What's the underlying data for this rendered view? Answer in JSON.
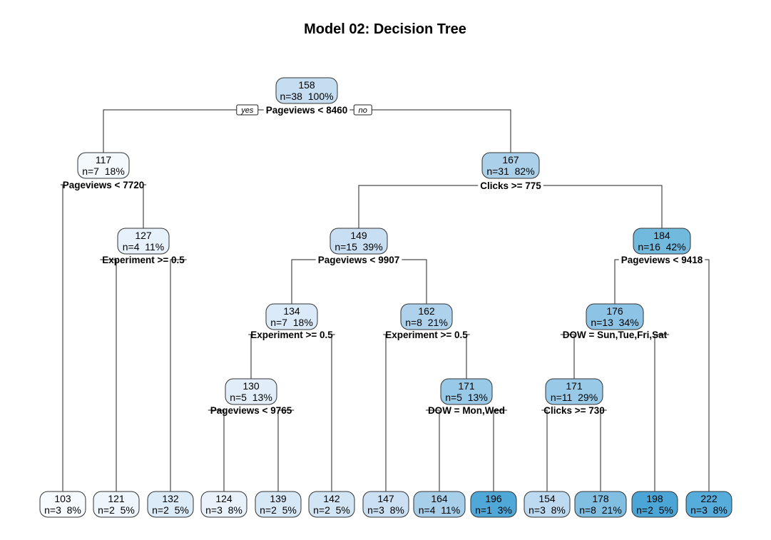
{
  "title": "Model 02: Decision Tree",
  "branch_labels": {
    "yes": "yes",
    "no": "no"
  },
  "colors": {
    "line": "#222222",
    "node_border": "#333333",
    "label_bg": "#ffffff"
  },
  "nodes": [
    {
      "id": "n1",
      "value": "158",
      "stats": "n=38  100%",
      "fill": "#c5ddf0"
    },
    {
      "id": "n2",
      "value": "117",
      "stats": "n=7  18%",
      "fill": "#f4f9fe"
    },
    {
      "id": "n3",
      "value": "167",
      "stats": "n=31  82%",
      "fill": "#abd1ea"
    },
    {
      "id": "n4",
      "value": "127",
      "stats": "n=4  11%",
      "fill": "#e6f1fb"
    },
    {
      "id": "n5",
      "value": "149",
      "stats": "n=15  39%",
      "fill": "#c8def2"
    },
    {
      "id": "n6",
      "value": "184",
      "stats": "n=16  42%",
      "fill": "#72b9de"
    },
    {
      "id": "n7",
      "value": "134",
      "stats": "n=7  18%",
      "fill": "#dbeaf8"
    },
    {
      "id": "n8",
      "value": "162",
      "stats": "n=8  21%",
      "fill": "#aed2ec"
    },
    {
      "id": "n9",
      "value": "176",
      "stats": "n=13  34%",
      "fill": "#8dc4e5"
    },
    {
      "id": "n10",
      "value": "130",
      "stats": "n=5  13%",
      "fill": "#e1eef9"
    },
    {
      "id": "n11",
      "value": "171",
      "stats": "n=5  13%",
      "fill": "#98c9e7"
    },
    {
      "id": "n12",
      "value": "171",
      "stats": "n=11  29%",
      "fill": "#98c9e7"
    },
    {
      "id": "l1",
      "value": "103",
      "stats": "n=3  8%",
      "fill": "#f7fbff"
    },
    {
      "id": "l2",
      "value": "121",
      "stats": "n=2  5%",
      "fill": "#eef5fc"
    },
    {
      "id": "l3",
      "value": "132",
      "stats": "n=2  5%",
      "fill": "#dcebf8"
    },
    {
      "id": "l4",
      "value": "124",
      "stats": "n=3  8%",
      "fill": "#e9f2fb"
    },
    {
      "id": "l5",
      "value": "139",
      "stats": "n=2  5%",
      "fill": "#d6e7f6"
    },
    {
      "id": "l6",
      "value": "142",
      "stats": "n=2  5%",
      "fill": "#d2e5f4"
    },
    {
      "id": "l7",
      "value": "147",
      "stats": "n=3  8%",
      "fill": "#cbe0f3"
    },
    {
      "id": "l8",
      "value": "164",
      "stats": "n=4  11%",
      "fill": "#a7cfea"
    },
    {
      "id": "l9",
      "value": "196",
      "stats": "n=1  3%",
      "fill": "#4fa8d8"
    },
    {
      "id": "l10",
      "value": "154",
      "stats": "n=3  8%",
      "fill": "#bedaf0"
    },
    {
      "id": "l11",
      "value": "178",
      "stats": "n=8  21%",
      "fill": "#80bfe2"
    },
    {
      "id": "l12",
      "value": "198",
      "stats": "n=2  5%",
      "fill": "#4ba6d7"
    },
    {
      "id": "l13",
      "value": "222",
      "stats": "n=3  8%",
      "fill": "#56acdb"
    }
  ],
  "splits": [
    {
      "id": "s1",
      "text": "Pageviews < 8460"
    },
    {
      "id": "s2",
      "text": "Pageviews < 7720"
    },
    {
      "id": "s3",
      "text": "Clicks >= 775"
    },
    {
      "id": "s4",
      "text": "Experiment >= 0.5"
    },
    {
      "id": "s5",
      "text": "Pageviews < 9907"
    },
    {
      "id": "s6",
      "text": "Pageviews < 9418"
    },
    {
      "id": "s7",
      "text": "Experiment >= 0.5"
    },
    {
      "id": "s8",
      "text": "Experiment >= 0.5"
    },
    {
      "id": "s9",
      "text": "DOW = Sun,Tue,Fri,Sat"
    },
    {
      "id": "s10",
      "text": "Pageviews < 9765"
    },
    {
      "id": "s11",
      "text": "DOW = Mon,Wed"
    },
    {
      "id": "s12",
      "text": "Clicks >= 730"
    }
  ]
}
